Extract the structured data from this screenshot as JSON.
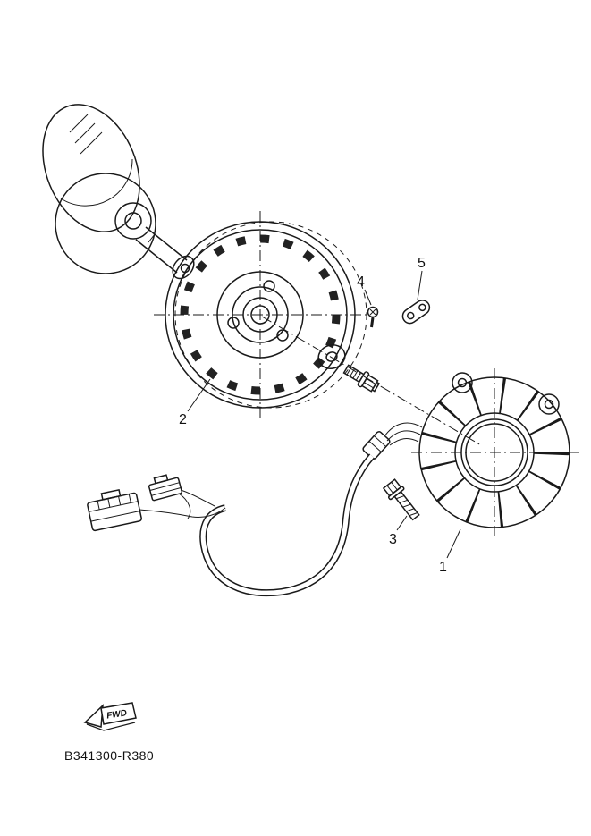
{
  "diagram": {
    "type": "exploded-parts-diagram",
    "drawing_number": "B341300-R380",
    "direction_indicator": "FWD",
    "callouts": [
      {
        "label": "1",
        "part": "stator-coil-assembly"
      },
      {
        "label": "2",
        "part": "rotor-flywheel"
      },
      {
        "label": "3",
        "part": "bolt-long"
      },
      {
        "label": "4",
        "part": "screw-small"
      },
      {
        "label": "5",
        "part": "pickup-bracket"
      }
    ],
    "colors": {
      "line": "#1a1a1a",
      "background": "#ffffff"
    }
  }
}
